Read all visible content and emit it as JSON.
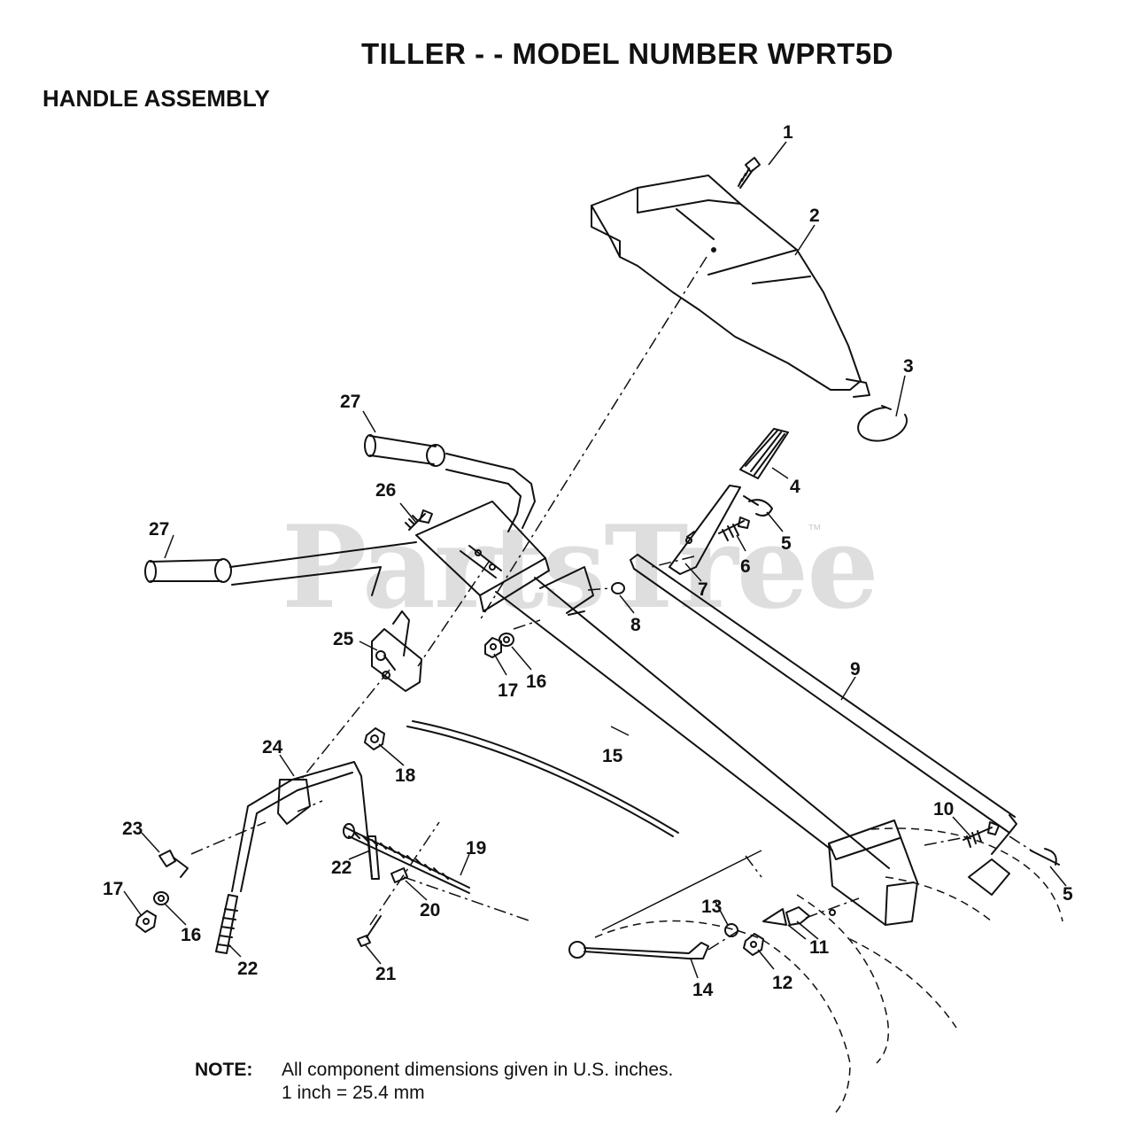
{
  "title": "TILLER - - MODEL NUMBER WPRT5D",
  "subtitle": "HANDLE ASSEMBLY",
  "watermark": {
    "text": "PartsTree",
    "tm": "™"
  },
  "note": {
    "label": "NOTE:",
    "line1": "All component dimensions given in U.S. inches.",
    "line2": "1 inch = 25.4 mm"
  },
  "callouts": {
    "c1": "1",
    "c2": "2",
    "c3": "3",
    "c4": "4",
    "c5a": "5",
    "c5b": "5",
    "c6": "6",
    "c7": "7",
    "c8": "8",
    "c9": "9",
    "c10": "10",
    "c11": "11",
    "c12": "12",
    "c13": "13",
    "c14": "14",
    "c15": "15",
    "c16a": "16",
    "c16b": "16",
    "c17a": "17",
    "c17b": "17",
    "c18": "18",
    "c19": "19",
    "c20": "20",
    "c21": "21",
    "c22a": "22",
    "c22b": "22",
    "c23": "23",
    "c24": "24",
    "c25": "25",
    "c26": "26",
    "c27a": "27",
    "c27b": "27"
  }
}
